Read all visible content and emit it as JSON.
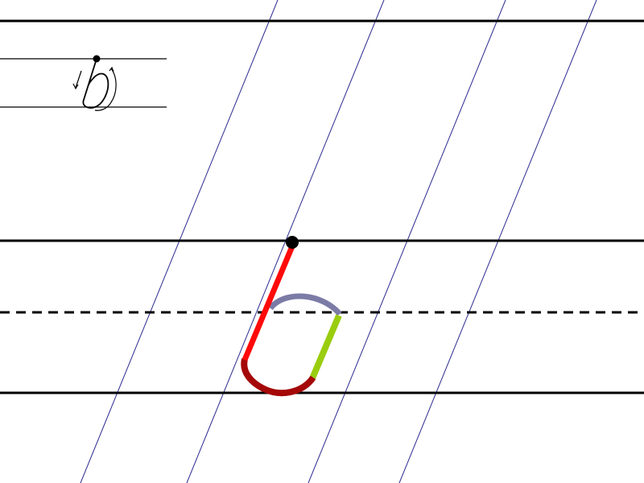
{
  "worksheet": {
    "letter": "b",
    "colors": {
      "ruling": "#000000",
      "slant_guide": "#2b2b8f",
      "stroke_stem": "#ff0a0a",
      "stroke_bottom_curve": "#a50808",
      "stroke_right_side": "#9acd0f",
      "stroke_top_arc": "#7b7ba6",
      "start_dot": "#000000"
    }
  },
  "sample": {
    "letter": "b",
    "stroke_direction": "clockwise"
  }
}
